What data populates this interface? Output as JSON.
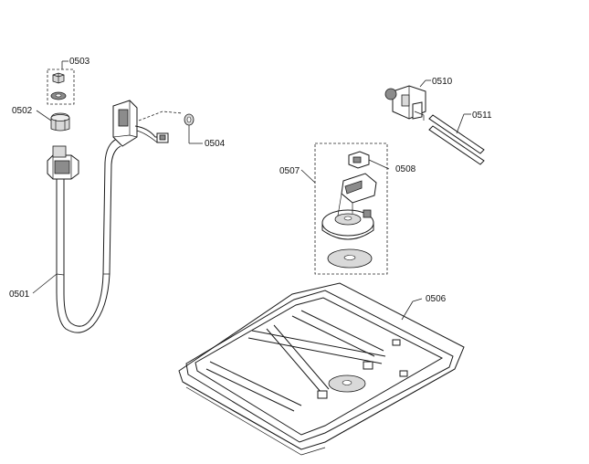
{
  "parts": {
    "p0501": "0501",
    "p0502": "0502",
    "p0503": "0503",
    "p0504": "0504",
    "p0506": "0506",
    "p0507": "0507",
    "p0508": "0508",
    "p0510": "0510",
    "p0511": "0511"
  }
}
